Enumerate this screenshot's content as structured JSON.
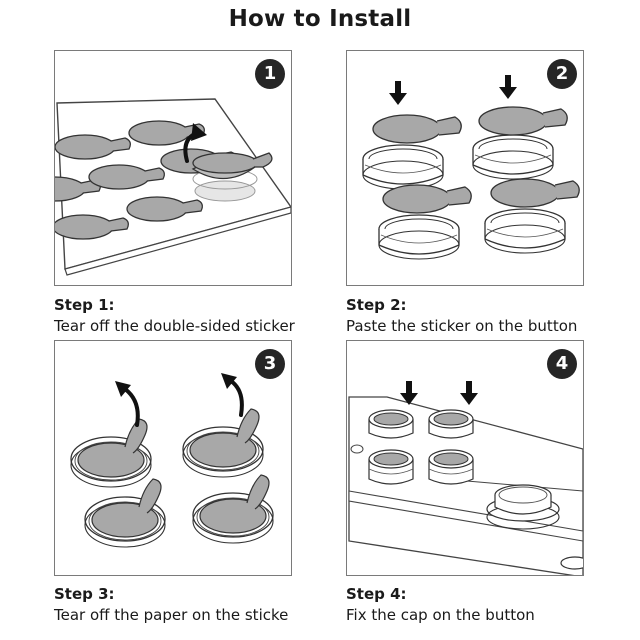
{
  "title": "How to Install",
  "steps": [
    {
      "number": "1",
      "title": "Step 1:",
      "description": "Tear off the double-sided sticker"
    },
    {
      "number": "2",
      "title": "Step 2:",
      "description": "Paste the sticker on the button"
    },
    {
      "number": "3",
      "title": "Step 3:",
      "description": "Tear off the paper on the sticke"
    },
    {
      "number": "4",
      "title": "Step 4:",
      "description": "Fix the cap on the button"
    }
  ]
}
